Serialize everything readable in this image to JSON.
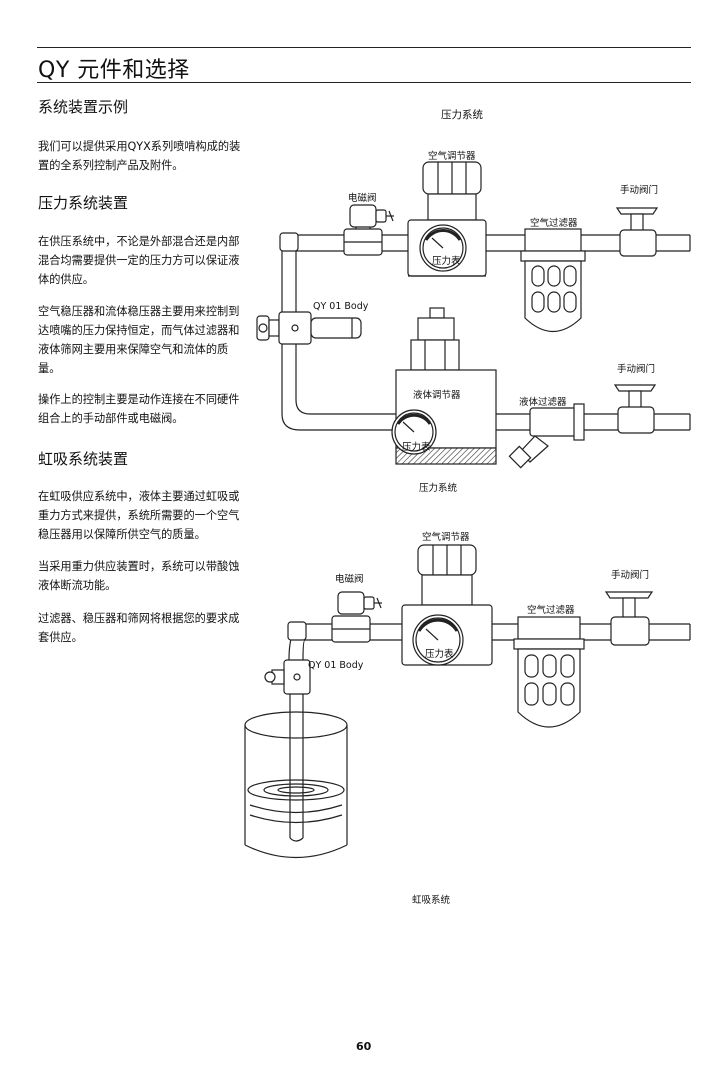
{
  "header": {
    "title": "QY 元件和选择"
  },
  "left": {
    "section1_title": "系统装置示例",
    "section1_text": "我们可以提供采用QYX系列喷啃构成的装置的全系列控制产品及附件。",
    "section2_title": "压力系统装置",
    "section2_p1": "在供压系统中，不论是外部混合还是内部混合均需要提供一定的压力方可以保证液体的供应。",
    "section2_p2": "空气稳压器和流体稳压器主要用来控制到达喷嘴的压力保持恒定，而气体过滤器和液体筛网主要用来保障空气和流体的质量。",
    "section2_p3": "操作上的控制主要是动作连接在不同硬件组合上的手动部件或电磁阀。",
    "section3_title": "虹吸系统装置",
    "section3_p1": "在虹吸供应系统中，液体主要通过虹吸或重力方式来提供，系统所需要的一个空气稳压器用以保障所供空气的质量。",
    "section3_p2": "当采用重力供应装置时，系统可以带酸蚀液体断流功能。",
    "section3_p3": "过滤器、稳压器和筛网将根据您的要求成套供应。"
  },
  "diagram1": {
    "top_caption": "压力系统",
    "air_regulator": "空气调节器",
    "solenoid": "电磁阀",
    "manual_valve_top": "手动阀门",
    "air_filter": "空气过滤器",
    "gauge_top": "压力表",
    "body": "QY 01 Body",
    "manual_valve_bottom": "手动阀门",
    "liquid_regulator": "液体调节器",
    "liquid_filter": "液体过滤器",
    "gauge_bottom": "压力表",
    "bottom_caption": "压力系统"
  },
  "diagram2": {
    "air_regulator": "空气调节器",
    "solenoid": "电磁阀",
    "manual_valve": "手动阀门",
    "air_filter": "空气过滤器",
    "gauge": "压力表",
    "body": "QY 01 Body",
    "bottom_caption": "虹吸系统"
  },
  "footer": {
    "page_number": "60"
  }
}
